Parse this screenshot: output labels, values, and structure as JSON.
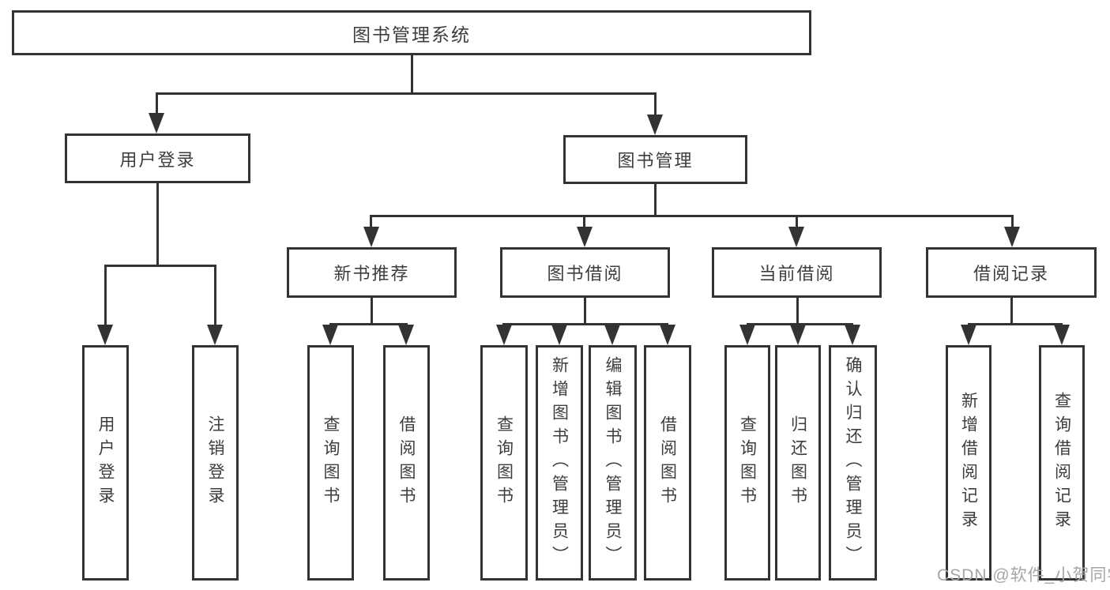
{
  "tree": {
    "root": {
      "label": "图书管理系统"
    },
    "branches": [
      {
        "label": "用户登录",
        "children": [
          {
            "label": "用户登录"
          },
          {
            "label": "注销登录"
          }
        ]
      },
      {
        "label": "图书管理",
        "children": [
          {
            "label": "新书推荐",
            "children": [
              {
                "label": "查询图书"
              },
              {
                "label": "借阅图书"
              }
            ]
          },
          {
            "label": "图书借阅",
            "children": [
              {
                "label": "查询图书"
              },
              {
                "label": "新增图书（管理员）"
              },
              {
                "label": "编辑图书（管理员）"
              },
              {
                "label": "借阅图书"
              }
            ]
          },
          {
            "label": "当前借阅",
            "children": [
              {
                "label": "查询图书"
              },
              {
                "label": "归还图书"
              },
              {
                "label": "确认归还（管理员）"
              }
            ]
          },
          {
            "label": "借阅记录",
            "children": [
              {
                "label": "新增借阅记录"
              },
              {
                "label": "查询借阅记录"
              }
            ]
          }
        ]
      }
    ]
  },
  "watermark": {
    "text": "CSDN @软件_小贺同学",
    "color": "#a6a6a6"
  },
  "colors": {
    "line": "#333333",
    "box_border": "#333333",
    "text": "#3d3d3d",
    "background": "#ffffff"
  }
}
